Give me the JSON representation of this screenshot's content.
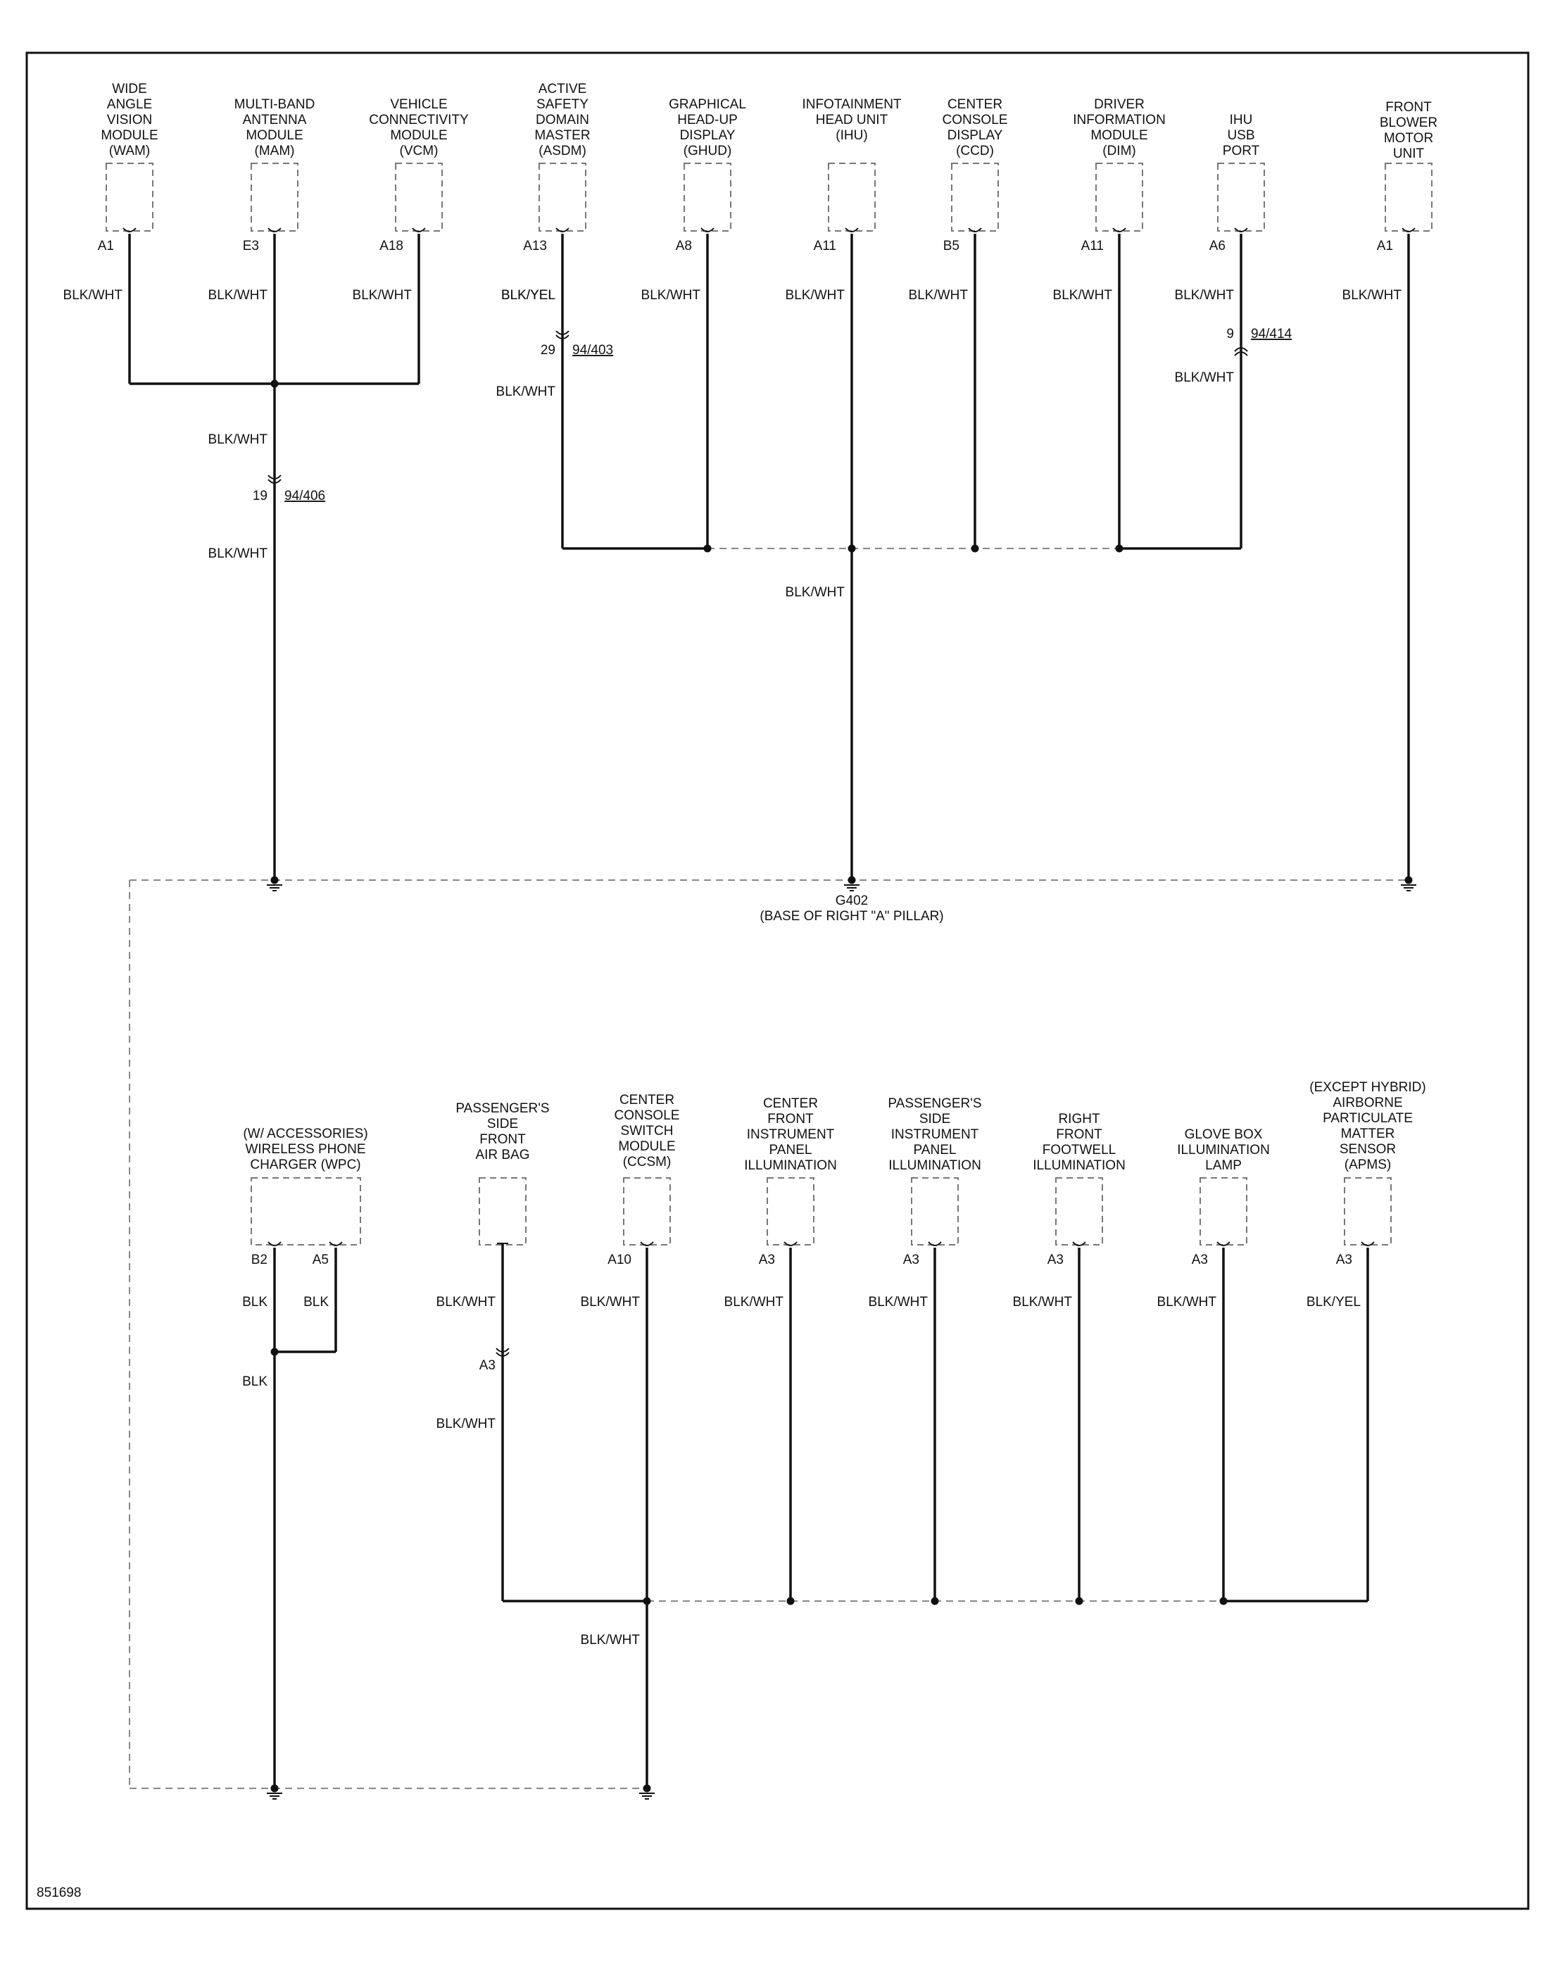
{
  "top_components": [
    {
      "id": "wam",
      "name": [
        "WIDE",
        "ANGLE",
        "VISION",
        "MODULE",
        "(WAM)"
      ],
      "pin": "A1",
      "wire": "BLK/WHT"
    },
    {
      "id": "mam",
      "name": [
        "MULTI-BAND",
        "ANTENNA",
        "MODULE",
        "(MAM)"
      ],
      "pin": "E3",
      "wire": "BLK/WHT"
    },
    {
      "id": "vcm",
      "name": [
        "VEHICLE",
        "CONNECTIVITY",
        "MODULE",
        "(VCM)"
      ],
      "pin": "A18",
      "wire": "BLK/WHT"
    },
    {
      "id": "asdm",
      "name": [
        "ACTIVE",
        "SAFETY",
        "DOMAIN",
        "MASTER",
        "(ASDM)"
      ],
      "pin": "A13",
      "wire": "BLK/YEL",
      "connector_pin": "29",
      "connector": "94/403",
      "wire_after": "BLK/WHT"
    },
    {
      "id": "ghud",
      "name": [
        "GRAPHICAL",
        "HEAD-UP",
        "DISPLAY",
        "(GHUD)"
      ],
      "pin": "A8",
      "wire": "BLK/WHT"
    },
    {
      "id": "ihu",
      "name": [
        "INFOTAINMENT",
        "HEAD UNIT",
        "(IHU)"
      ],
      "pin": "A11",
      "wire": "BLK/WHT"
    },
    {
      "id": "ccd",
      "name": [
        "CENTER",
        "CONSOLE",
        "DISPLAY",
        "(CCD)"
      ],
      "pin": "B5",
      "wire": "BLK/WHT"
    },
    {
      "id": "dim",
      "name": [
        "DRIVER",
        "INFORMATION",
        "MODULE",
        "(DIM)"
      ],
      "pin": "A11",
      "wire": "BLK/WHT"
    },
    {
      "id": "usb",
      "name": [
        "IHU",
        "USB",
        "PORT"
      ],
      "pin": "A6",
      "wire": "BLK/WHT",
      "connector_pin": "9",
      "connector": "94/414",
      "wire_after": "BLK/WHT"
    },
    {
      "id": "fbmu",
      "name": [
        "FRONT",
        "BLOWER",
        "MOTOR",
        "UNIT"
      ],
      "pin": "A1",
      "wire": "BLK/WHT"
    }
  ],
  "top_left_trunk": {
    "wire": "BLK/WHT",
    "connector_pin": "19",
    "connector": "94/406",
    "wire_after": "BLK/WHT"
  },
  "top_center_trunk": {
    "wire": "BLK/WHT"
  },
  "ground": {
    "name": "G402",
    "location": "(BASE OF RIGHT \"A\" PILLAR)"
  },
  "bottom_components": [
    {
      "id": "wpc",
      "name": [
        "(W/ ACCESSORIES)",
        "WIRELESS PHONE",
        "CHARGER (WPC)"
      ],
      "pins": [
        "B2",
        "A5"
      ],
      "wires": [
        "BLK",
        "BLK"
      ],
      "wire_after": "BLK"
    },
    {
      "id": "psfab",
      "name": [
        "PASSENGER'S",
        "SIDE",
        "FRONT",
        "AIR BAG"
      ],
      "pin": "",
      "wire": "BLK/WHT",
      "connector_pin": "A3",
      "wire_after": "BLK/WHT"
    },
    {
      "id": "ccsm",
      "name": [
        "CENTER",
        "CONSOLE",
        "SWITCH",
        "MODULE",
        "(CCSM)"
      ],
      "pin": "A10",
      "wire": "BLK/WHT"
    },
    {
      "id": "cfipi",
      "name": [
        "CENTER",
        "FRONT",
        "INSTRUMENT",
        "PANEL",
        "ILLUMINATION"
      ],
      "pin": "A3",
      "wire": "BLK/WHT"
    },
    {
      "id": "psipi",
      "name": [
        "PASSENGER'S",
        "SIDE",
        "INSTRUMENT",
        "PANEL",
        "ILLUMINATION"
      ],
      "pin": "A3",
      "wire": "BLK/WHT"
    },
    {
      "id": "rffi",
      "name": [
        "RIGHT",
        "FRONT",
        "FOOTWELL",
        "ILLUMINATION"
      ],
      "pin": "A3",
      "wire": "BLK/WHT"
    },
    {
      "id": "gbil",
      "name": [
        "GLOVE BOX",
        "ILLUMINATION",
        "LAMP"
      ],
      "pin": "A3",
      "wire": "BLK/WHT"
    },
    {
      "id": "apms",
      "name": [
        "(EXCEPT HYBRID)",
        "AIRBORNE",
        "PARTICULATE",
        "MATTER",
        "SENSOR",
        "(APMS)"
      ],
      "pin": "A3",
      "wire": "BLK/YEL"
    }
  ],
  "bottom_trunk": {
    "wire": "BLK/WHT"
  },
  "figure_number": "851698"
}
